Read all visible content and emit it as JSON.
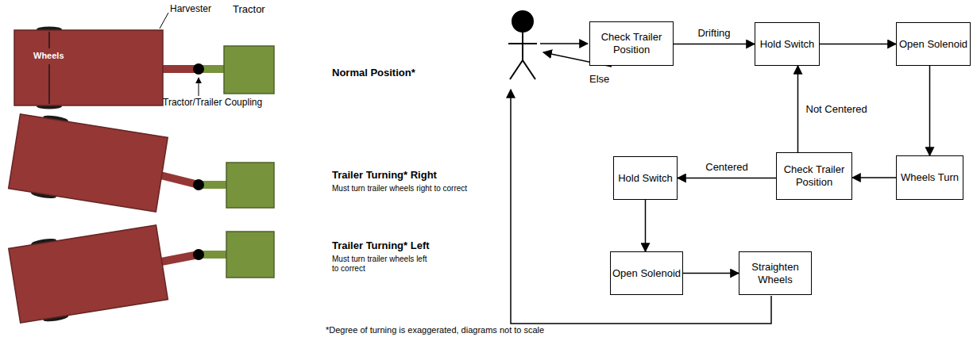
{
  "diagram": {
    "nodes": [
      {
        "text": [
          "Check Trailer Position"
        ]
      },
      {
        "text": [
          "Hold Switch"
        ]
      },
      {
        "text": [
          "Open Solenoid"
        ]
      },
      {
        "text": [
          "Wheels Turn"
        ]
      },
      {
        "text": [
          "Check Trailer Position"
        ]
      },
      {
        "text": [
          "Hold Switch"
        ]
      },
      {
        "text": [
          "Open Solenoid"
        ]
      },
      {
        "text": [
          "Straighten Wheels"
        ]
      }
    ],
    "edges": [
      {
        "from": 0,
        "to": 1,
        "arrow": "to",
        "label": "Drifting"
      },
      {
        "from": 1,
        "to": 2,
        "arrow": "to"
      },
      {
        "from": 2,
        "to": 3,
        "arrow": "to"
      },
      {
        "from": 3,
        "to": 4,
        "arrow": "to"
      },
      {
        "from": 4,
        "to": 1,
        "arrow": "to",
        "label": "Not Centered"
      },
      {
        "from": 4,
        "to": 5,
        "arrow": "to",
        "label": "Centered"
      },
      {
        "from": 5,
        "to": 6,
        "arrow": "to"
      },
      {
        "from": 6,
        "to": 7,
        "arrow": "to"
      }
    ],
    "labels": [
      "Harvester",
      "Tractor",
      "Wheels",
      "Tractor/Trailer Coupling",
      "Normal Position*",
      "Trailer Turning* Right",
      "Must turn trailer wheels right to correct",
      "Trailer Turning* Left",
      "Must turn trailer wheels left to correct",
      "*Degree of turning is exaggerated, diagrams not to scale",
      "Else"
    ]
  }
}
